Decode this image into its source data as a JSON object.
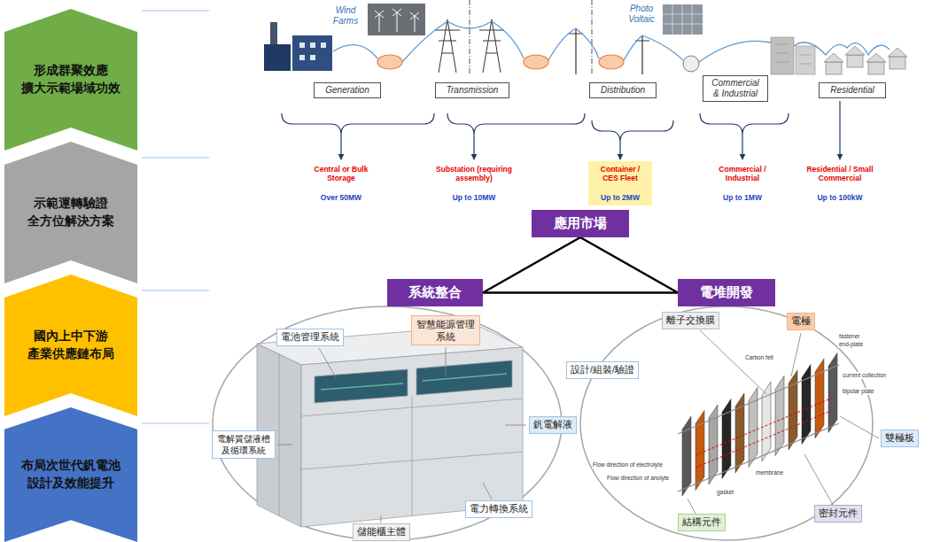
{
  "diagram": {
    "nodes": [
      {
        "text": [
          "形成群聚效應 擴大示範場域功效"
        ]
      },
      {
        "text": [
          "示範運轉驗證 全方位解決方案"
        ]
      },
      {
        "text": [
          "國內上中下游 產業供應鏈布局"
        ]
      },
      {
        "text": [
          "布局次世代釩電池 設計及效能提升"
        ]
      },
      {
        "text": [
          "Generation"
        ]
      },
      {
        "text": [
          "Transmission"
        ]
      },
      {
        "text": [
          "Distribution"
        ]
      },
      {
        "text": [
          "Commercial & Industrial"
        ]
      },
      {
        "text": [
          "Residential"
        ]
      },
      {
        "text": [
          "應用市場"
        ]
      },
      {
        "text": [
          "系統整合"
        ]
      },
      {
        "text": [
          "電堆開發"
        ]
      },
      {
        "text": [
          "電池管理系統"
        ]
      },
      {
        "text": [
          "智慧能源管理系統"
        ]
      },
      {
        "text": [
          "釩電解液"
        ]
      },
      {
        "text": [
          "電解質儲液槽及循環系統"
        ]
      },
      {
        "text": [
          "電力轉換系統"
        ]
      },
      {
        "text": [
          "儲能櫃主體"
        ]
      },
      {
        "text": [
          "離子交換膜"
        ]
      },
      {
        "text": [
          "電極"
        ]
      },
      {
        "text": [
          "設計/組裝/驗證"
        ]
      },
      {
        "text": [
          "雙極板"
        ]
      },
      {
        "text": [
          "結構元件"
        ]
      },
      {
        "text": [
          "密封元件"
        ]
      }
    ],
    "edges": [
      {
        "from": 9,
        "to": 10,
        "arrow": "none"
      },
      {
        "from": 9,
        "to": 11,
        "arrow": "none"
      },
      {
        "from": 10,
        "to": 11,
        "arrow": "none"
      }
    ],
    "labels": [
      "Wind Farms",
      "Photo Voltaic",
      "Central or Bulk Storage",
      "Over 50MW",
      "Substation (requiring assembly)",
      "Up to 10MW",
      "Container / CES Fleet",
      "Up to 2MW",
      "Commercial / Industrial",
      "Up to 1MW",
      "Residential / Small Commercial",
      "Up to 100kW",
      "fastener",
      "end-plate",
      "current collection",
      "Carbon felt",
      "bipolar plate",
      "membrane",
      "gasket",
      "Flow direction of electrolyte",
      "Flow direction of anolyte"
    ]
  }
}
